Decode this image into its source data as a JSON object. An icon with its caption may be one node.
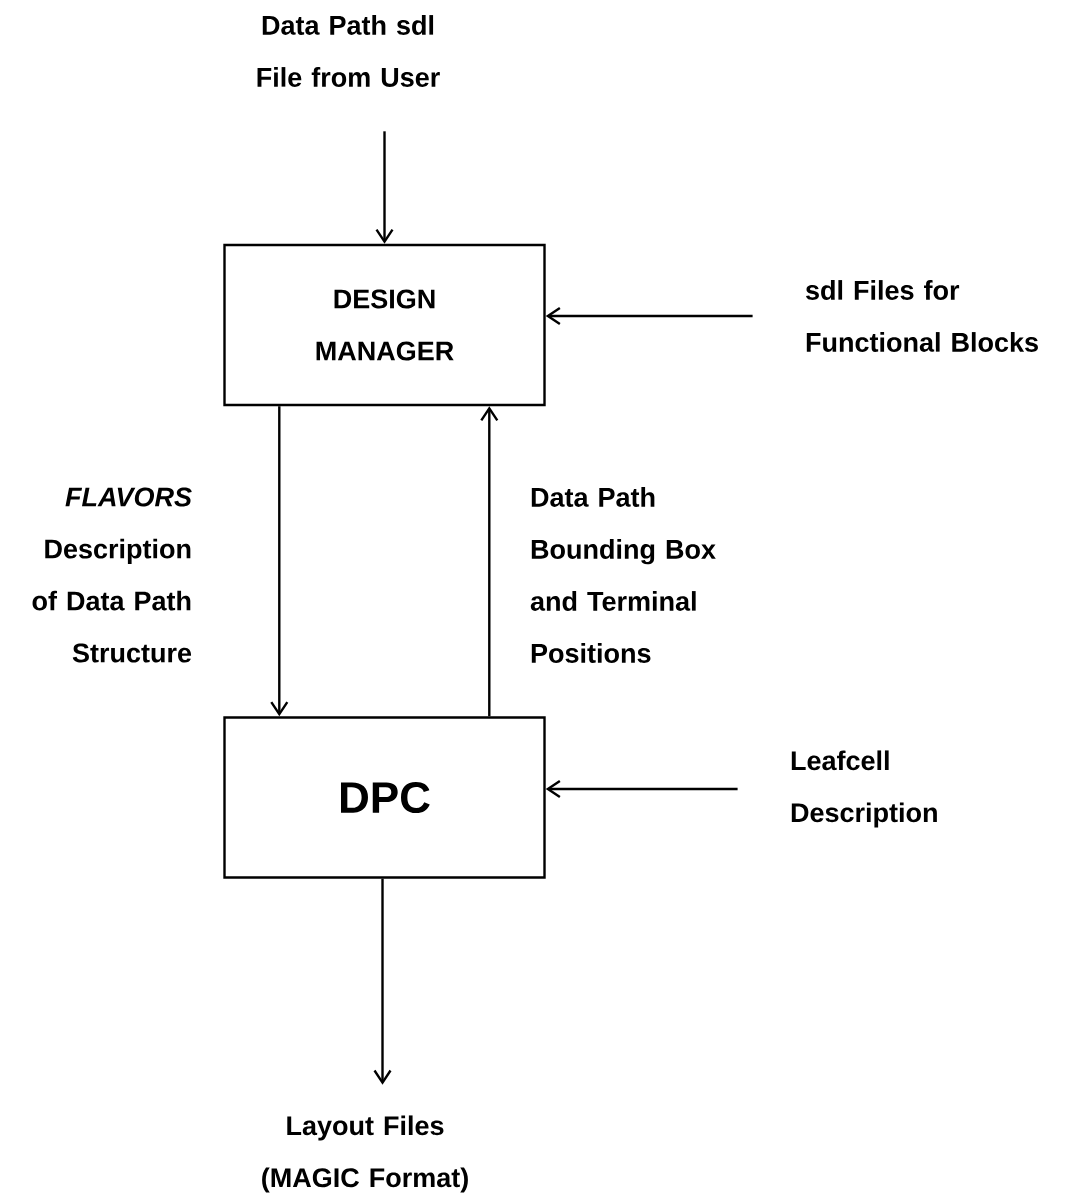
{
  "diagram": {
    "nodes": [
      {
        "text": [
          "Data Path sdl File from User"
        ]
      },
      {
        "text": [
          "DESIGN MANAGER"
        ]
      },
      {
        "text": [
          "sdl Files for Functional Blocks"
        ]
      },
      {
        "text": [
          "DPC"
        ]
      },
      {
        "text": [
          "Leafcell Description"
        ]
      },
      {
        "text": [
          "Layout Files (MAGIC Format)"
        ]
      }
    ],
    "edges": [
      {
        "from": 0,
        "to": 1,
        "arrow": "to"
      },
      {
        "from": 2,
        "to": 1,
        "arrow": "to"
      },
      {
        "from": 1,
        "to": 3,
        "arrow": "to",
        "label": "*FLAVORS* Description of Data Path Structure"
      },
      {
        "from": 3,
        "to": 1,
        "arrow": "to",
        "label": "Data Path Bounding Box and Terminal Positions"
      },
      {
        "from": 4,
        "to": 3,
        "arrow": "to"
      },
      {
        "from": 3,
        "to": 5,
        "arrow": "to"
      }
    ]
  }
}
